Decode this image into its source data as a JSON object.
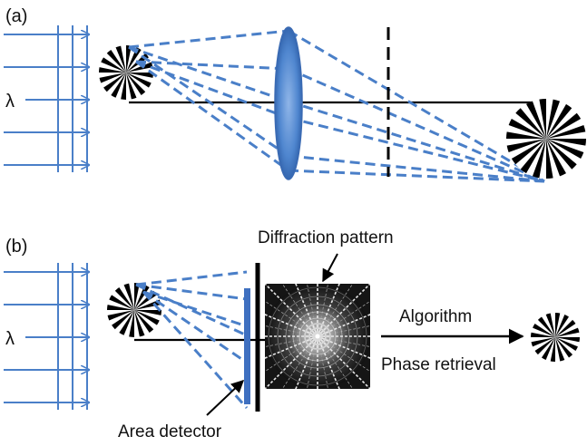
{
  "panel_a": {
    "tag": "(a)",
    "wavelength_symbol": "λ"
  },
  "panel_b": {
    "tag": "(b)",
    "wavelength_symbol": "λ",
    "diffraction_label": "Diffraction pattern",
    "algorithm_label": "Algorithm",
    "phase_label": "Phase retrieval",
    "detector_label": "Area detector"
  },
  "colors": {
    "beam": "#4a7fc8",
    "lens": "#4f86cf",
    "detector": "#3f70c0",
    "ink": "#000000"
  }
}
